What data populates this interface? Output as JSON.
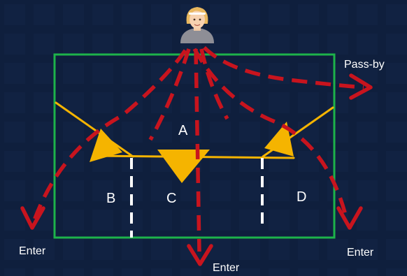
{
  "labels": {
    "pass_by": "Pass-by",
    "enter_left": "Enter",
    "enter_bottom": "Enter",
    "enter_right": "Enter",
    "zone_a": "A",
    "zone_b": "B",
    "zone_c": "C",
    "zone_d": "D"
  },
  "icons": {
    "person": "person-avatar-icon"
  },
  "colors": {
    "background": "#0f1f3d",
    "boundary": "#1db34a",
    "path": "#c8141e",
    "sightline": "#f5b400",
    "divider": "#ffffff"
  }
}
